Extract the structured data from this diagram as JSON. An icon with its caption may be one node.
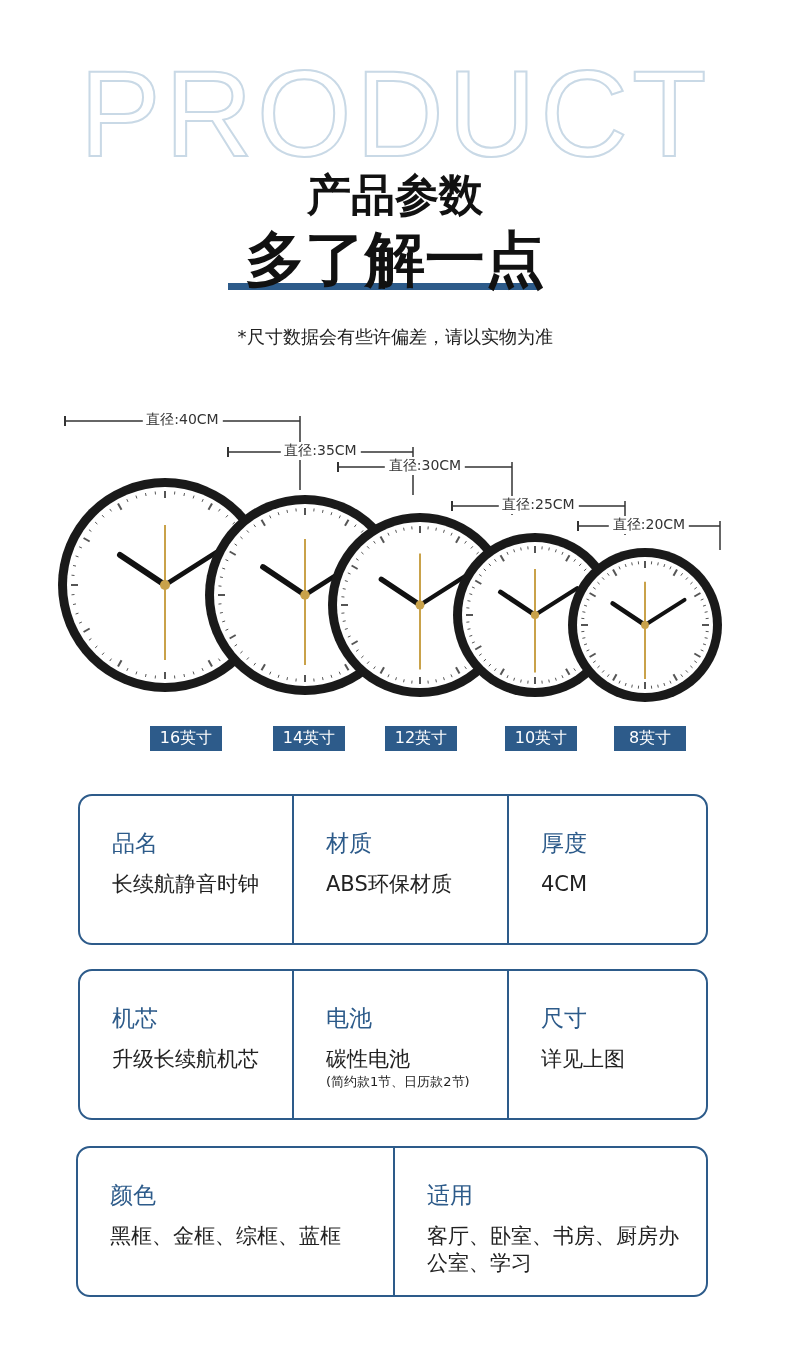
{
  "diagram": {
    "title": "产品参数",
    "nodes": [
      {
        "text": [
          "16英寸"
        ]
      },
      {
        "text": [
          "14英寸"
        ]
      },
      {
        "text": [
          "12英寸"
        ]
      },
      {
        "text": [
          "10英寸"
        ]
      },
      {
        "text": [
          "8英寸"
        ]
      },
      {
        "text": [],
        "shape": "box"
      },
      {
        "text": [
          "品名",
          "长续航静音时钟"
        ],
        "in": 5
      },
      {
        "text": [
          "材质",
          "ABS环保材质"
        ],
        "in": 5
      },
      {
        "text": [
          "厚度",
          "4CM"
        ],
        "in": 5
      },
      {
        "text": [],
        "shape": "box"
      },
      {
        "text": [
          "机芯",
          "升级长续航机芯"
        ],
        "in": 9
      },
      {
        "text": [
          "电池",
          "碳性电池",
          "(简约款1节、日历款2节)"
        ],
        "in": 9
      },
      {
        "text": [
          "尺寸",
          "详见上图"
        ],
        "in": 9
      },
      {
        "text": [],
        "shape": "box"
      },
      {
        "text": [
          "颜色",
          "黑框、金框、综框、蓝框"
        ],
        "in": 13
      },
      {
        "text": [
          "适用",
          "客厅、卧室、书房、厨房办公室、学习"
        ],
        "in": 13
      }
    ],
    "edges": [],
    "labels": [
      "PRODUCT",
      "多了解一点",
      "*尺寸数据会有些许偏差，请以实物为准",
      "直径:40CM",
      "直径:35CM",
      "直径:30CM",
      "直径:25CM",
      "直径:20CM"
    ]
  }
}
